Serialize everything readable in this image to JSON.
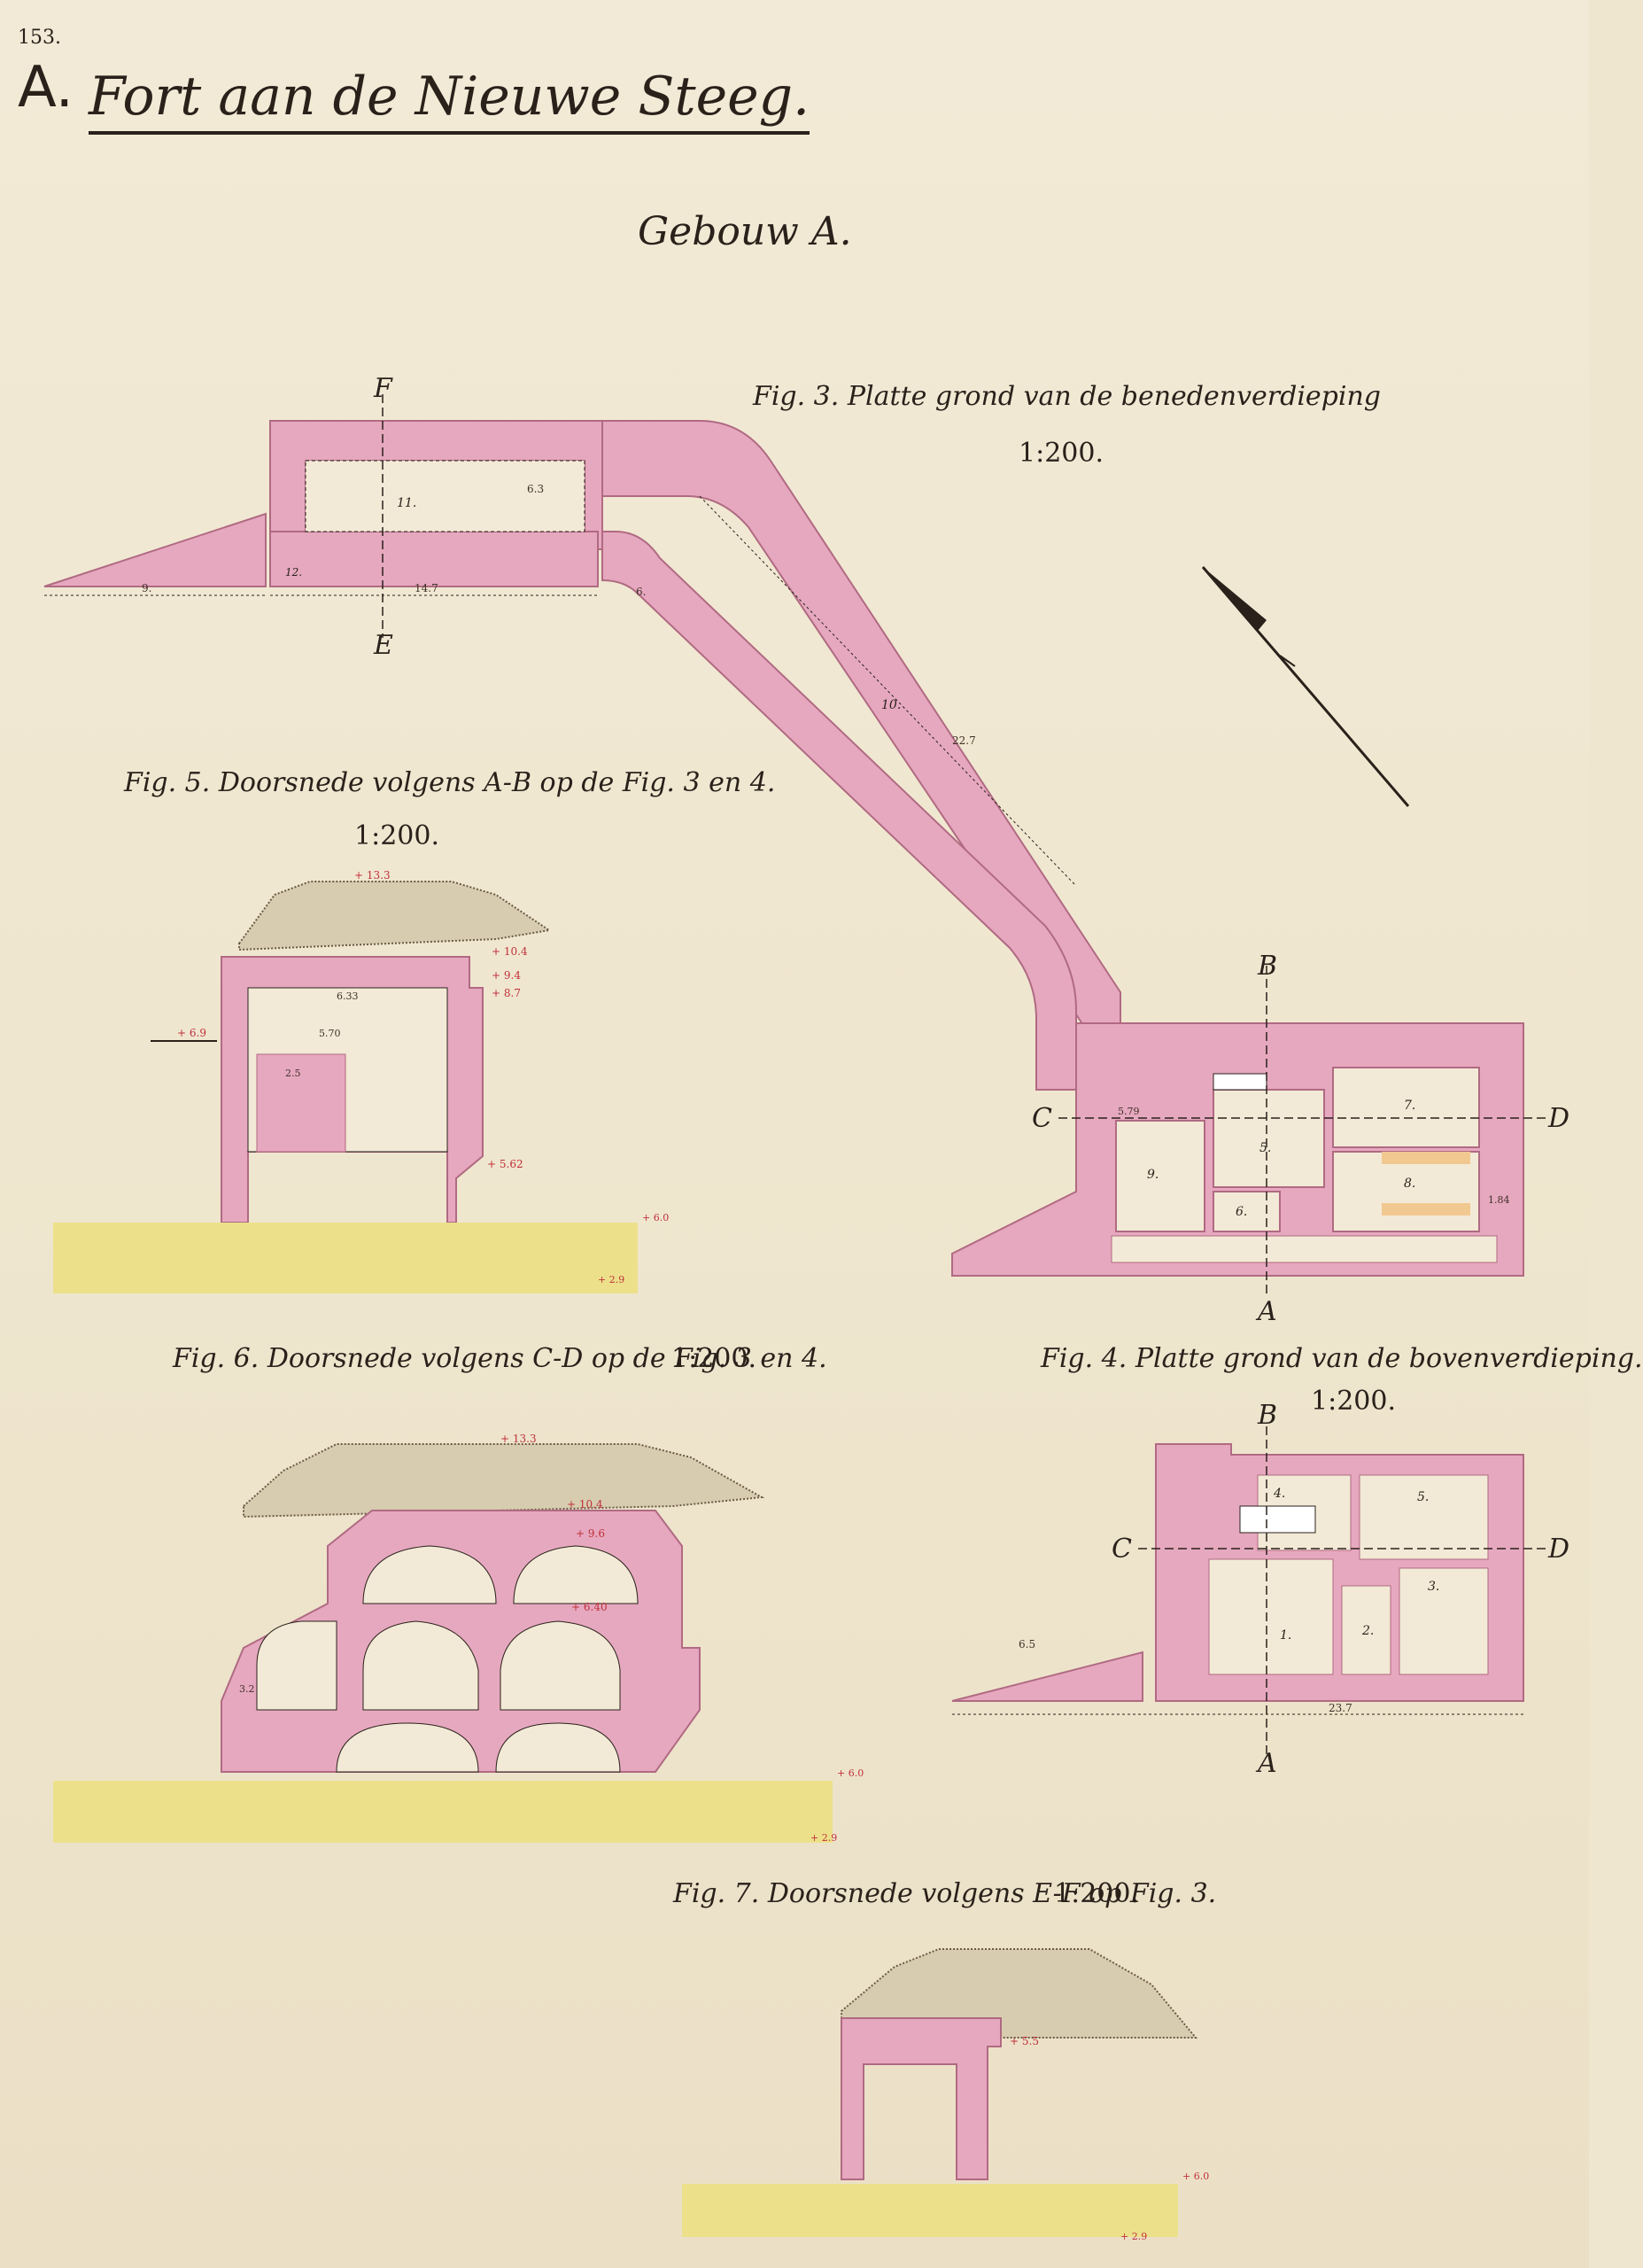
{
  "sheet_number": "153.",
  "heading": {
    "letter": "A.",
    "title": "Fort aan de Nieuwe Steeg."
  },
  "building": "Gebouw A.",
  "figures": {
    "fig3": {
      "caption": "Fig. 3. Platte grond van de benedenverdieping",
      "scale": "1:200."
    },
    "fig4": {
      "caption": "Fig. 4. Platte grond van de bovenverdieping.",
      "scale": "1:200."
    },
    "fig5": {
      "caption": "Fig. 5. Doorsnede volgens A-B op de Fig. 3 en 4.",
      "scale": "1:200."
    },
    "fig6": {
      "caption": "Fig. 6. Doorsnede volgens C-D op de Fig. 3 en 4.",
      "scale": "1:200."
    },
    "fig7": {
      "caption": "Fig. 7. Doorsnede volgens E-F op Fig. 3.",
      "scale": "1:200."
    }
  },
  "section_markers": {
    "a": "A",
    "b": "B",
    "c": "C",
    "d": "D",
    "e": "E",
    "f": "F"
  },
  "room_numbers": [
    "1.",
    "2.",
    "3.",
    "4.",
    "5.",
    "6.",
    "7.",
    "8.",
    "9.",
    "10.",
    "11.",
    "12."
  ],
  "dimensions": {
    "d_9": "9.",
    "d_14_7": "14.7",
    "d_6_3": "6.3",
    "d_22_7": "22.7",
    "d_6": "6.",
    "d_5_79": "5.79",
    "d_6_33": "6.33",
    "d_5_70": "5.70",
    "d_2_5": "2.5",
    "d_3_2": "3.2",
    "d_1_84": "1.84",
    "d_23_7": "23.7",
    "d_6_5": "6.5"
  },
  "levels": {
    "l_13_3": "+ 13.3",
    "l_10_4": "+ 10.4",
    "l_9_4": "+ 9.4",
    "l_8_7": "+ 8.7",
    "l_6_9": "+ 6.9",
    "l_6_0": "+ 6.0",
    "l_2_9": "+ 2.9",
    "l_5_62": "+ 5.62",
    "l_9_6": "+ 9.6",
    "l_6_40": "+ 6.40",
    "l_5_5": "+ 5.5"
  },
  "colors": {
    "masonry": "#e6a8bf",
    "masonry_edge": "#b06a82",
    "ground": "#ece18a",
    "timber": "#f2c891",
    "ink": "#2a211b",
    "paper": "#efe6cf",
    "level_red": "#c0303a"
  }
}
